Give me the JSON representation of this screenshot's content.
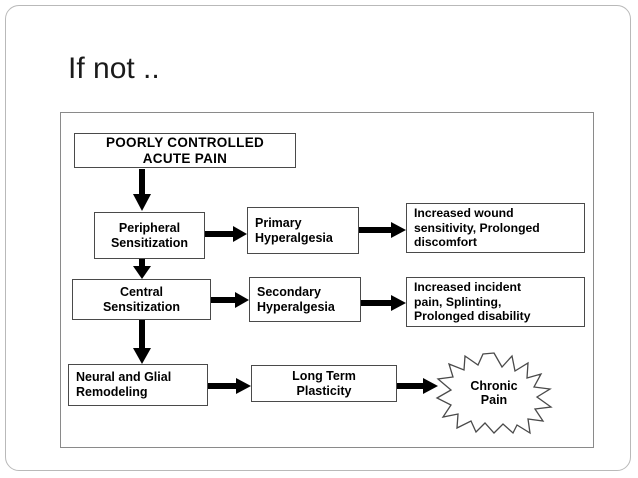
{
  "slide": {
    "title": "If not .."
  },
  "diagram": {
    "title": "Poorly controlled acute pain consequences flowchart",
    "nodes": [
      {
        "id": "acute",
        "lines": [
          "POORLY CONTROLLED",
          "ACUTE PAIN"
        ]
      },
      {
        "id": "peripheral",
        "lines": [
          "Peripheral",
          "Sensitization"
        ]
      },
      {
        "id": "central",
        "lines": [
          "Central",
          "Sensitization"
        ]
      },
      {
        "id": "neural",
        "lines": [
          "Neural and Glial",
          "Remodeling"
        ]
      },
      {
        "id": "primary",
        "lines": [
          "Primary",
          "Hyperalgesia"
        ]
      },
      {
        "id": "secondary",
        "lines": [
          "Secondary",
          "Hyperalgesia"
        ]
      },
      {
        "id": "plasticity",
        "lines": [
          "Long Term",
          "Plasticity"
        ]
      },
      {
        "id": "wound",
        "lines": [
          "Increased wound",
          "sensitivity, Prolonged",
          "discomfort"
        ]
      },
      {
        "id": "incident",
        "lines": [
          "Increased incident",
          "pain, Splinting,",
          "Prolonged disability"
        ]
      },
      {
        "id": "chronic",
        "lines": [
          "Chronic",
          "Pain"
        ]
      }
    ],
    "edges": [
      {
        "from": "acute",
        "to": "peripheral",
        "direction": "down"
      },
      {
        "from": "peripheral",
        "to": "central",
        "direction": "down"
      },
      {
        "from": "central",
        "to": "neural",
        "direction": "down"
      },
      {
        "from": "peripheral",
        "to": "primary",
        "direction": "right"
      },
      {
        "from": "primary",
        "to": "wound",
        "direction": "right"
      },
      {
        "from": "central",
        "to": "secondary",
        "direction": "right"
      },
      {
        "from": "secondary",
        "to": "incident",
        "direction": "right"
      },
      {
        "from": "neural",
        "to": "plasticity",
        "direction": "right"
      },
      {
        "from": "plasticity",
        "to": "chronic",
        "direction": "right"
      }
    ],
    "colors": {
      "node_border": "#4a4a4a",
      "frame_border": "#8a8a8a",
      "arrow": "#000000",
      "text": "#000000",
      "background": "#ffffff",
      "slide_border": "#b9b9b9"
    }
  }
}
